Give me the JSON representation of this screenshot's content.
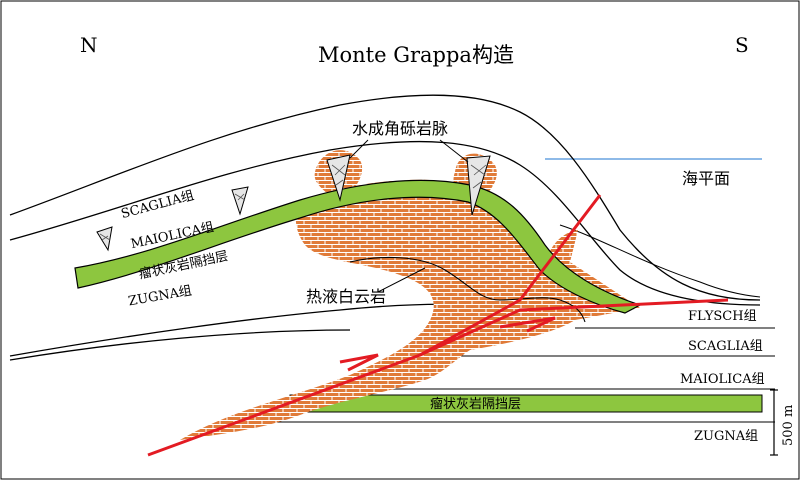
{
  "title": "Monte Grappa构造",
  "compass": {
    "north": "N",
    "south": "S"
  },
  "labels": {
    "breccia": "水成角砾岩脉",
    "sea_level": "海平面",
    "dolomite": "热液白云岩",
    "scaglia": "SCAGLIA组",
    "maiolica": "MAIOLICA组",
    "barrier_upper": "瘤状灰岩隔挡层",
    "zugna": "ZUGNA组"
  },
  "column": {
    "flysch": "FLYSCH组",
    "scaglia": "SCAGLIA组",
    "maiolica": "MAIOLICA组",
    "barrier": "瘤状灰岩隔挡层",
    "zugna": "ZUGNA组"
  },
  "scale_bar": "500 m",
  "colors": {
    "barrier": "#8dc63f",
    "dolomite": "#e07b39",
    "fault": "#e31b23",
    "sea": "#4a90d9",
    "outline": "#000000"
  }
}
